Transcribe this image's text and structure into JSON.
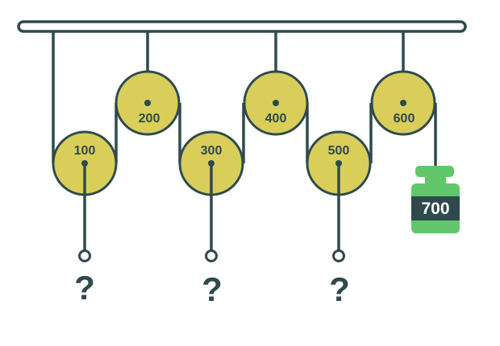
{
  "colors": {
    "line": "#2e4a4d",
    "pulley_fill": "#d9ce5a",
    "weight_fill": "#62c76a",
    "weight_band": "#2e4a4d",
    "background": "#ffffff"
  },
  "pulleys": [
    {
      "label": "100"
    },
    {
      "label": "200"
    },
    {
      "label": "300"
    },
    {
      "label": "400"
    },
    {
      "label": "500"
    },
    {
      "label": "600"
    }
  ],
  "unknowns": [
    {
      "label": "?"
    },
    {
      "label": "?"
    },
    {
      "label": "?"
    }
  ],
  "weight": {
    "label": "700"
  }
}
